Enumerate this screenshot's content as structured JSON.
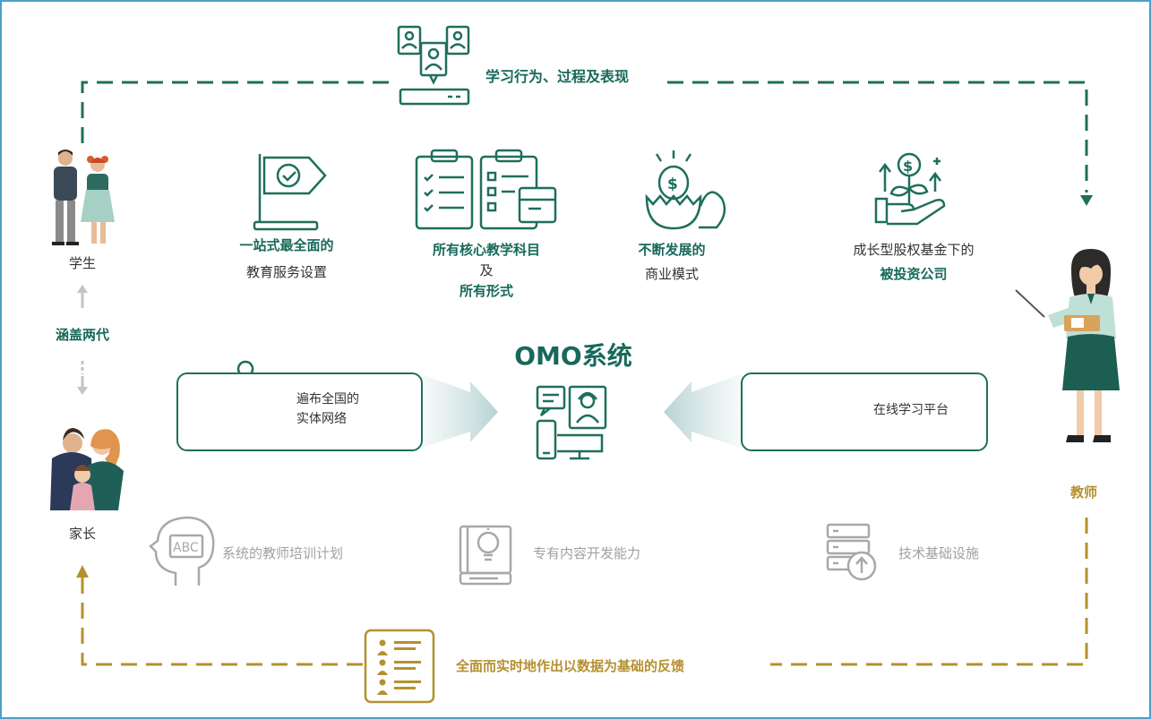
{
  "colors": {
    "primary": "#1e6f5c",
    "gold": "#b5902f",
    "gray": "#a8a8a8",
    "border": "#4aa0c6"
  },
  "flow": {
    "top_label": "学习行为、过程及表现",
    "bottom_label": "全面而实时地作出以数据为基础的反馈"
  },
  "actors": {
    "students": "学生",
    "coverage": "涵盖两代",
    "parents": "家长",
    "teacher": "教师"
  },
  "features": [
    {
      "icon": "flag-check-icon",
      "highlight": "一站式最全面的",
      "text": "教育服务设置"
    },
    {
      "icon": "clipboards-icon",
      "highlight": "所有核心教学科目",
      "connector": "及",
      "highlight2": "所有形式"
    },
    {
      "icon": "hatching-egg-icon",
      "highlight": "不断发展的",
      "text": "商业模式"
    },
    {
      "icon": "growing-money-icon",
      "text": "成长型股权基金下的",
      "highlight": "被投资公司"
    }
  ],
  "omo": {
    "title": "OMO系统",
    "left_box": {
      "icon": "location-network-icon",
      "line1": "遍布全国的",
      "line2": "实体网络"
    },
    "right_box": {
      "icon": "cloud-books-icon",
      "text": "在线学习平台"
    },
    "center_icon": "online-support-devices-icon"
  },
  "capabilities": [
    {
      "icon": "head-abc-icon",
      "label": "系统的教师培训计划"
    },
    {
      "icon": "book-lightbulb-icon",
      "label": "专有内容开发能力"
    },
    {
      "icon": "server-upload-icon",
      "label": "技术基础设施"
    }
  ]
}
